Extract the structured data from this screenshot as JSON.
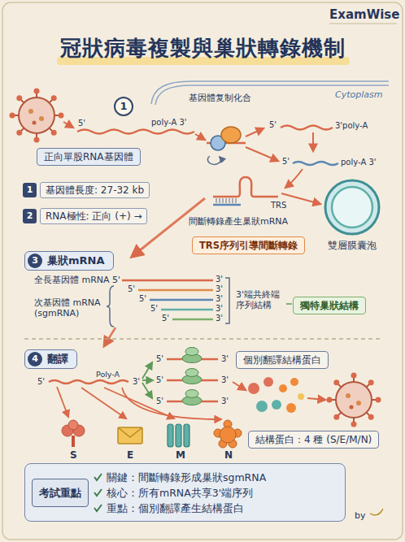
{
  "diagram": {
    "title": "冠狀病毒複製與巢狀轉錄機制",
    "nodes": [
      {
        "text": [
          "1"
        ]
      },
      {
        "text": [
          "正向單股RNA基因體"
        ]
      },
      {
        "text": [
          "1",
          "基因體長度: 27-32 kb"
        ]
      },
      {
        "text": [
          "2",
          "RNA極性: 正向 (+) →"
        ]
      },
      {
        "text": [
          "TRS序列引導間斷轉錄"
        ]
      },
      {
        "text": [
          "雙層膜囊泡"
        ]
      },
      {
        "text": [
          "3",
          "巢狀mRNA"
        ]
      },
      {
        "text": [
          "獨特巢狀結構"
        ]
      },
      {
        "text": [
          "4",
          "翻譯"
        ]
      },
      {
        "text": [
          "個別翻譯結構蛋白"
        ]
      },
      {
        "text": [
          "結構蛋白：4 種 (S/E/M/N)"
        ]
      },
      {
        "text": [
          "關鍵：間斷轉錄形成巢狀sgmRNA",
          "核心：所有mRNA共享3'端序列",
          "重點：個別翻譯產生結構蛋白"
        ]
      },
      {
        "text": [
          "考試重點"
        ],
        "in": 11
      }
    ],
    "labels": [
      "ExamWise",
      "5'",
      "poly-A 3'",
      "基因體复制化合",
      "Cytoplasm",
      "5'",
      "3'poly-A",
      "5'",
      "poly-A 3'",
      "TRS",
      "間斷轉錄產生巢狀mRNA",
      "全長基因體 mRNA 5'",
      "3'",
      "次基因體 mRNA (sgmRNA)",
      "5'",
      "5'",
      "5'",
      "5'",
      "3'",
      "3'",
      "3'",
      "3'",
      "3'端共終端序列結構",
      "5'",
      "Poly-A",
      "3'",
      "5'",
      "5'",
      "5'",
      "3'",
      "3'",
      "3'",
      "S",
      "E",
      "M",
      "N",
      "by"
    ]
  }
}
